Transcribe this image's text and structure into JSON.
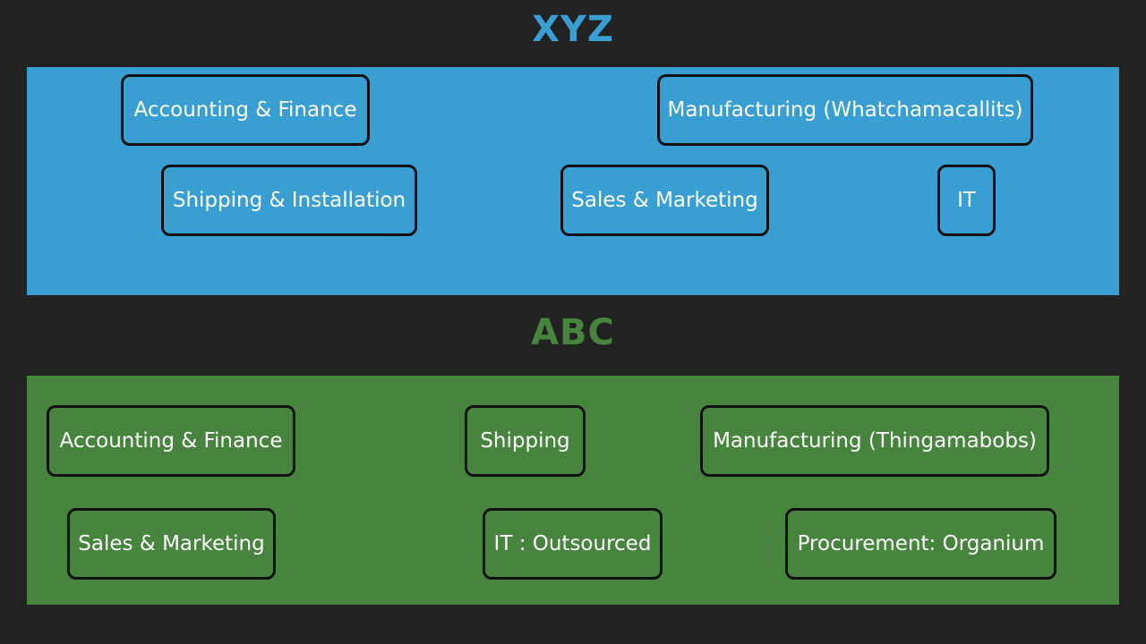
{
  "colors": {
    "background": "#222222",
    "xyz_accent": "#399fd3",
    "abc_accent": "#47853e",
    "box_border": "#111111",
    "box_text": "#ffffff"
  },
  "orgs": [
    {
      "title": "XYZ",
      "departments": [
        "Accounting & Finance",
        "Manufacturing (Whatchamacallits)",
        "Shipping & Installation",
        "Sales & Marketing",
        "IT"
      ]
    },
    {
      "title": "ABC",
      "departments": [
        "Accounting & Finance",
        "Shipping",
        "Manufacturing (Thingamabobs)",
        "Sales & Marketing",
        "IT : Outsourced",
        "Procurement: Organium"
      ]
    }
  ]
}
